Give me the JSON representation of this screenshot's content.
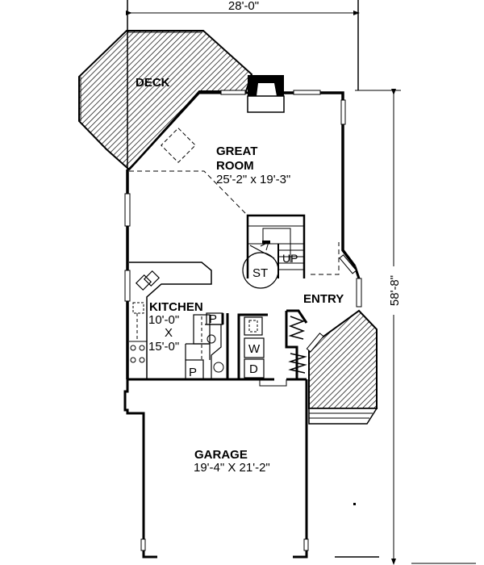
{
  "plan": {
    "dimensions": {
      "width": "28'-0\"",
      "depth": "58'-8\""
    },
    "rooms": {
      "deck": {
        "name": "DECK"
      },
      "great_room": {
        "name_line1": "GREAT",
        "name_line2": "ROOM",
        "size": "25'-2\" x 19'-3\""
      },
      "kitchen": {
        "name": "KITCHEN",
        "size_line1": "10'-0\"",
        "size_line2": "X",
        "size_line3": "15'-0\""
      },
      "entry": {
        "name": "ENTRY"
      },
      "garage": {
        "name": "GARAGE",
        "size": "19'-4\" X 21'-2\""
      }
    },
    "fixtures": {
      "stair_label": "ST",
      "stair_direction": "UP",
      "pantry_1": "P",
      "pantry_2": "P",
      "washer": "W",
      "dryer": "D"
    },
    "colors": {
      "line": "#000000",
      "background": "#ffffff"
    }
  }
}
